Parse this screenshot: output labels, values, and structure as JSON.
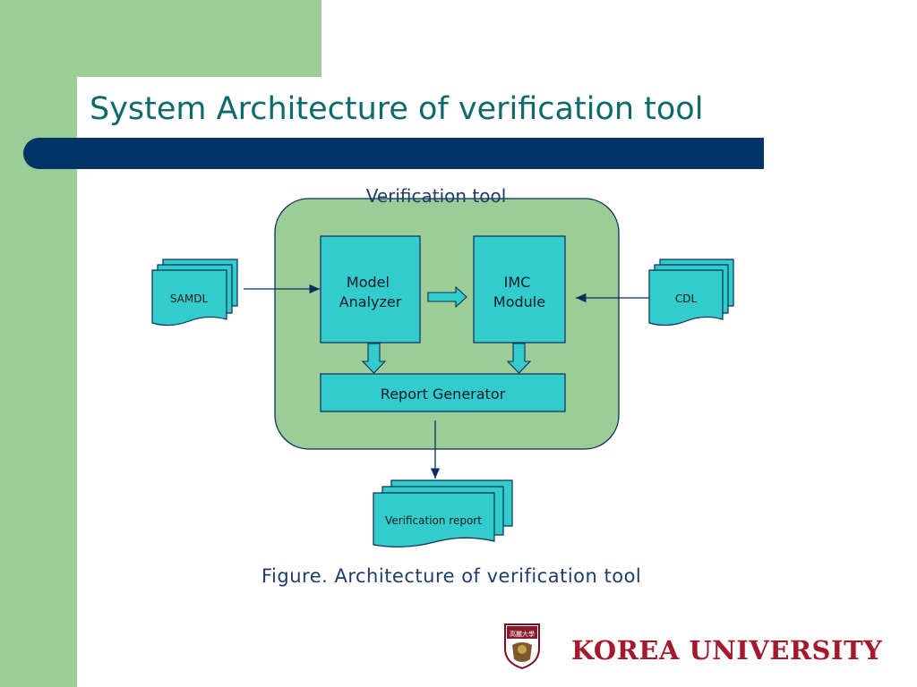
{
  "slide": {
    "title": "System Architecture of verification tool",
    "caption": "Figure. Architecture of verification tool"
  },
  "diagram": {
    "container_label": "Verification tool",
    "inputs": {
      "samdl": "SAMDL",
      "cdl": "CDL"
    },
    "modules": {
      "model_analyzer": [
        "Model",
        "Analyzer"
      ],
      "imc_module": [
        "IMC",
        "Module"
      ],
      "report_generator": "Report Generator"
    },
    "output": "Verification report"
  },
  "footer": {
    "university_name": "KOREA UNIVERSITY",
    "emblem_text": "高麗大學"
  },
  "colors": {
    "accent_green": "#9ccd96",
    "title_bar": "#003366",
    "title_text": "#0b6a6a",
    "box_fill": "#33cccc",
    "brand_red": "#a41a2c"
  }
}
